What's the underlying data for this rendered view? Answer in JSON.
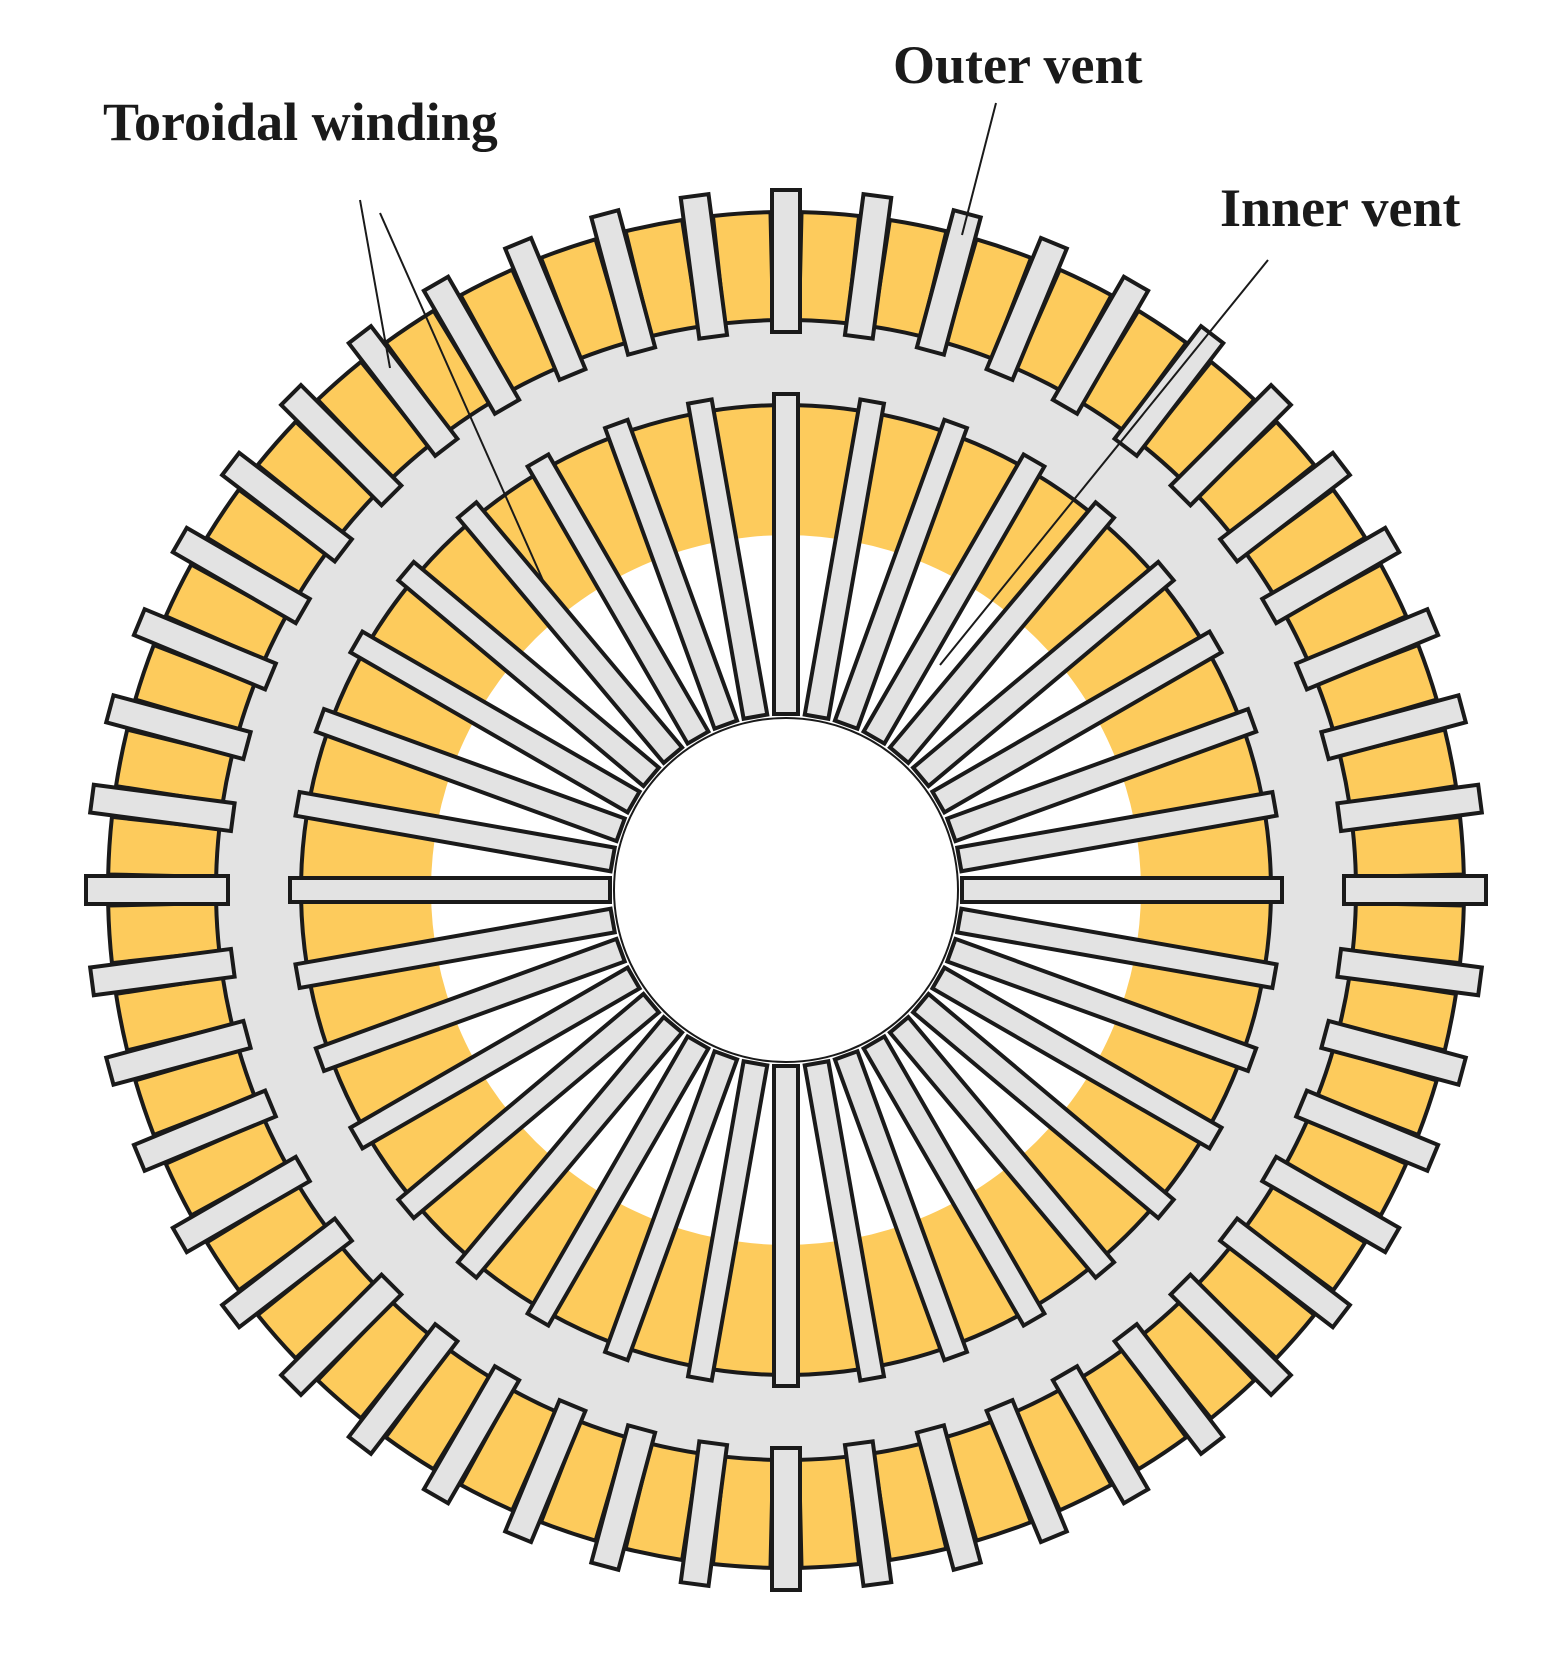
{
  "labels": {
    "toroidal_winding": "Toroidal winding",
    "outer_vent": "Outer vent",
    "inner_vent": "Inner vent"
  },
  "components": {
    "core": "stator core (gray)",
    "winding": "toroidal winding coil (yellow)",
    "vent": "ventilation slot (white)"
  },
  "counts": {
    "outer_slots": 48,
    "inner_slots": 36
  },
  "colors": {
    "core": "#e3e3e3",
    "winding": "#fdcb5c",
    "vent": "#ffffff",
    "outline": "#1a1a1a"
  }
}
